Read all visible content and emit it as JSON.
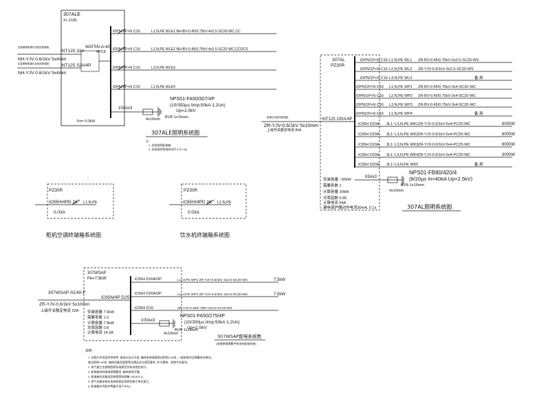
{
  "ale": {
    "title": "307ALE",
    "subtitle": "XL-21(B)",
    "feeder1": "NH-YJV-0.6/1kV 5x4mm",
    "feeder2": "NH-YJV-0.6/1kV 5x4mm",
    "brk1": "INT125  32A",
    "brk2": "INT125  32A/4P",
    "ats": "WATSN-A-4G",
    "ats2": "4PC8",
    "circuits": [
      {
        "brk": "iDPN/1P+N C16",
        "cable": "L1,N,PE WLE1   NH-BV-0.45/0.75kV-4x2.5-SC20-WC,CC"
      },
      {
        "brk": "iDPN/1P+N C16",
        "cable": "L2,N,PE WLE2   NH-BV-0.45/0.75kV-4x2.5-SC20-WC,CCDCS"
      },
      {
        "brk": "iDPN/1P+N C16",
        "cable": "L3,N,PE WLE3"
      },
      {
        "brk": "iDPN/1P+N C16",
        "cable": "L1,N,PE WLE4"
      }
    ],
    "ct": "100Ax3",
    "spd_model": "NPS01-FA50/307/4P",
    "spd_spec1": "(10/350µs  Iimp:50kA  1.2Un)",
    "spd_spec2": "Up=2.0kV",
    "bvr": "BVR  1x16mm",
    "bvr2": "4x10mm",
    "pe_label": "Pe=~5.0kW",
    "caption": "307ALE照明系统图",
    "notes": [
      "注:",
      "1. 应急照明配电箱",
      "2. 应急照明供电时间不小于0.5h"
    ]
  },
  "al": {
    "title": "307AL",
    "subtitle": "PZ30R",
    "feeder": "ZR-YJV-0.6/1kV 5x10mm",
    "feeder_note": "上级开关额定电流  80A",
    "main_brk": "INT125  100A/4P",
    "circuits": [
      {
        "brk": "iDPN/1P+N  C16",
        "line": "L1,N,PE WL1",
        "cable": "ZR-BV-0.45/0.75kV-3x2.5-SC20-WS"
      },
      {
        "brk": "iDPN/1P+N  C16",
        "line": "L2,N,PE WL2",
        "cable": "ZR-YJV-0.6/1kV-3x2.5-SC20-WS"
      },
      {
        "brk": "iDPN/1P+N  C16",
        "line": "L3,N,PE WL3",
        "cable": "备  用"
      },
      {
        "brk": "iDPN/1P+N  C16",
        "line": "L1,N,PE WP1",
        "cable": "ZR-BV-0.45/0.75kV-3x4-SC20-WC"
      },
      {
        "brk": "iDPN/1P+N  C16",
        "line": "L2,N,PE WP2",
        "cable": "ZR-BV-0.45/0.75kV-3x4-SC20-WC"
      },
      {
        "brk": "iDPN/1P+N  C16",
        "line": "L3,N,PE WP3",
        "cable": "ZR-BV-0.45/0.75kV-3x4-SC20-WC"
      },
      {
        "brk": "iDPN/1P+N  C16",
        "line": "L1,N,PE WP4",
        "cable": "备  用"
      },
      {
        "brk": "iC65H  D20A",
        "line": "3L1~L3,N,PE WK1",
        "cable": "ZR-YJV-0.6/1kV-5x4-PC25-WC",
        "power": "6000W"
      },
      {
        "brk": "iC65H  D20A",
        "line": "3L1~L3,N,PE WK2",
        "cable": "ZR-YJV-0.6/1kV-5x4-PC25-WC",
        "power": "6000W"
      },
      {
        "brk": "iC65H  D20A",
        "line": "3L1~L3,N,PE WK3",
        "cable": "ZR-YJV-0.6/1kV-5x4-PC25-WC",
        "power": "6000W"
      },
      {
        "brk": "iC65H  D20A",
        "line": "3L1~L3,N,PE WK4",
        "cable": "ZR-YJV-0.6/1kV-5x4-PC25-WC",
        "power": "3000W"
      },
      {
        "brk": "iC65H  D20A",
        "line": "3L1~L3,N,PE WK5",
        "cable": "备  用"
      }
    ],
    "ct": "63Ax3",
    "spd_model": "NPS01-FB80/420/4",
    "spd_spec": "(8/20µs  In=40kA  Up=2.5kV)",
    "bvr": "BVR  1x16mm",
    "bvr2": "4x10mm",
    "calc": [
      "安装容量 ~30kW",
      "需要系数  1",
      "计算容量  30kW",
      "功率因数  0.85",
      "计算电流  54A"
    ],
    "rcd_note": "漏电保护器动作电流30mA, 0.1s",
    "caption": "307AL照明系统图"
  },
  "ac_box": {
    "title": "PZ30R",
    "brk": "iC65H/4PD  16",
    "rcd": "0.03A",
    "line": "L1,N,PE",
    "caption": "柜机空调终端箱系统图"
  },
  "water_box": {
    "title": "PZ30R",
    "brk": "iC65H/4PD  16",
    "rcd": "0.03A",
    "line": "L1,N,PE",
    "caption": "饮水机终端箱系统图"
  },
  "wsap": {
    "title": "307WSAP",
    "pe": "Pe=7.5kW",
    "feeder_code": "307WSAP-SC40-F",
    "feeder": "ZR-YJV-0.6/1kV 5x10mm",
    "feeder_note": "上级开关额定电流  32A",
    "main_brk": "iC65N/4P  D25",
    "circuits": [
      {
        "brk": "iC65H  D20A/3P",
        "line": "L1~3,PE WP1 ZR-YJV-0.6/1kV 4x2.5-SC20-WS",
        "power": "7.5kW"
      },
      {
        "brk": "iC65H  D20A/3P",
        "line": "L1~3,PE WP2 ZR-YJV-0.6/1kV 4x2.5-SC20-WS",
        "power": "7.5kW"
      },
      {
        "brk": "iC65H  D16",
        "line": "ZR-YJV-0.45/0.75kV 3x2.5-SC20-WS",
        "power": ""
      }
    ],
    "ct": "100Ax3",
    "spd_model": "NPS01-FA50/275/4P",
    "spd_spec1": "(10/350µs  Iimp:50kA  1.2Un)",
    "spd_spec2": "Up=2.0kV",
    "bvr": "BVR  1x16mm",
    "bvr2": "4x10mm",
    "calc": [
      "安装容量 7.5kW",
      "需要系数 1.0",
      "计算容量 7.5kW",
      "功率因数 0.8",
      "计算电流 14.3A"
    ],
    "caption": "307WSAP配电系统图",
    "caption_sub": "(本图参照图集中有关的配电系统)",
    "notes": [
      "说明:",
      "1. 本图元件选型仅供参考, 具体以设计为准, 箱体安装高度底边距地1.80米, 一般安装详见图集有关做法。",
      "   底边距地1.80米, 箱体设备及配管等应满足设计规范要求, 并与建筑、结构专业配合。",
      "2. 电气施工应按照国家标准规范及有关规定执行。",
      "3. 配电箱进线电缆穿管敷设, 箱体接地可靠。",
      "4. 配电箱内设备选型参照国标图集 16D303-3。",
      "5. 电气设备安装应由具有相应资质的施工单位施工。",
      "6. 配电箱外壳防护等级不低于IP54。"
    ]
  }
}
